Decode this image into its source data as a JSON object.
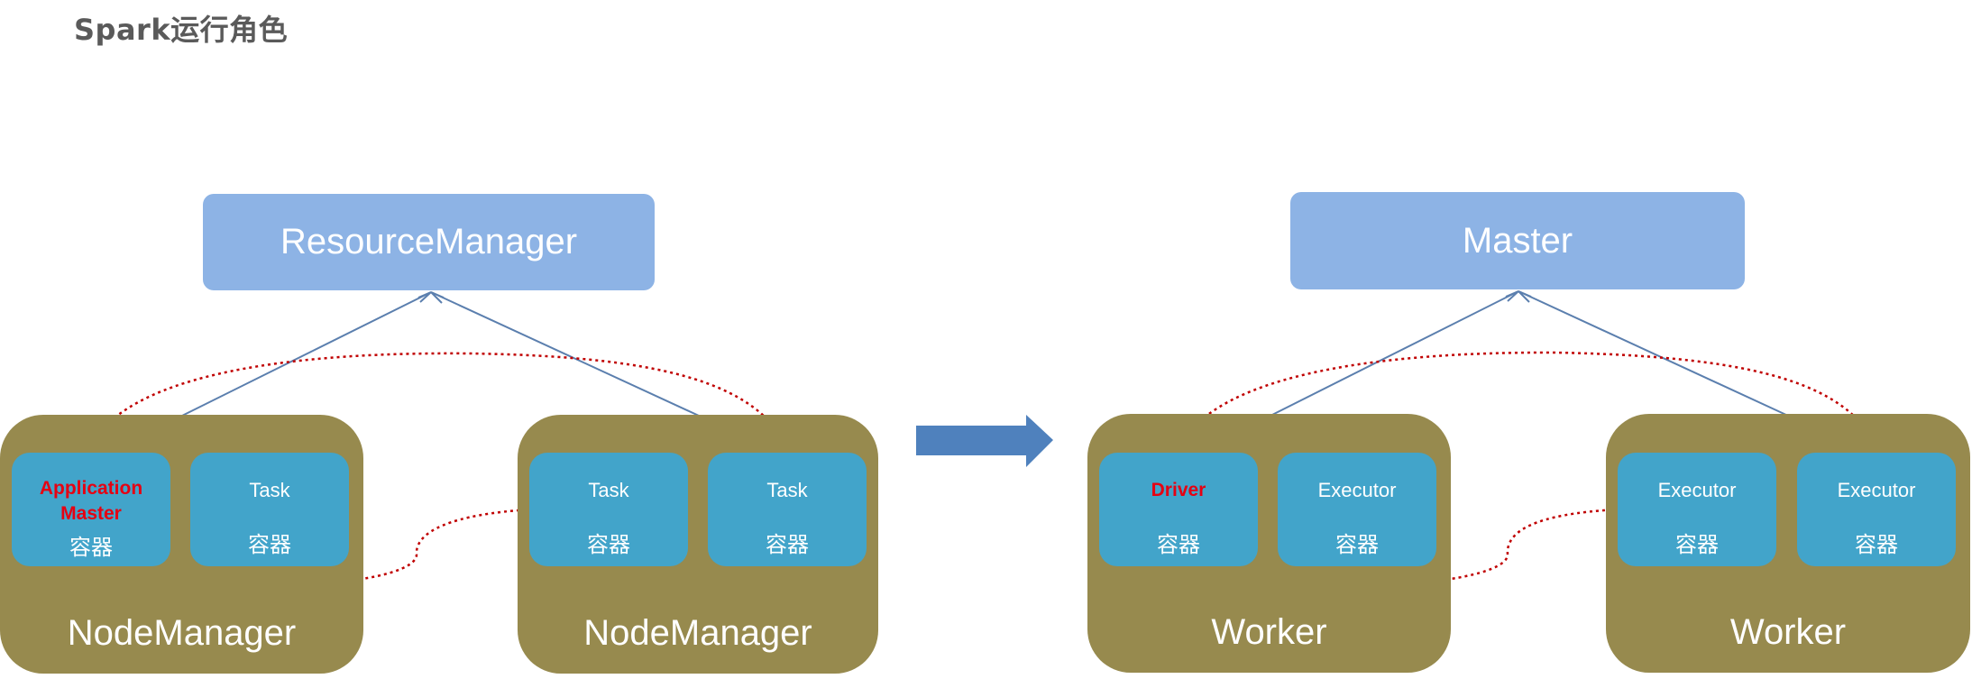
{
  "title": "Spark运行角色",
  "left": {
    "top_box": "ResourceManager",
    "nodes": [
      {
        "label": "NodeManager",
        "containers": [
          {
            "top": "Application\nMaster",
            "bottom": "容器",
            "highlight": true
          },
          {
            "top": "Task",
            "bottom": "容器",
            "highlight": false
          }
        ]
      },
      {
        "label": "NodeManager",
        "containers": [
          {
            "top": "Task",
            "bottom": "容器",
            "highlight": false
          },
          {
            "top": "Task",
            "bottom": "容器",
            "highlight": false
          }
        ]
      }
    ]
  },
  "right": {
    "top_box": "Master",
    "nodes": [
      {
        "label": "Worker",
        "containers": [
          {
            "top": "Driver",
            "bottom": "容器",
            "highlight": true
          },
          {
            "top": "Executor",
            "bottom": "容器",
            "highlight": false
          }
        ]
      },
      {
        "label": "Worker",
        "containers": [
          {
            "top": "Executor",
            "bottom": "容器",
            "highlight": false
          },
          {
            "top": "Executor",
            "bottom": "容器",
            "highlight": false
          }
        ]
      }
    ]
  },
  "colors": {
    "top_box": "#8db3e5",
    "node": "#978a4e",
    "container": "#42a4ca",
    "highlight_text": "#e60012",
    "arrow": "#4f81bd",
    "dotted": "#c00000"
  }
}
